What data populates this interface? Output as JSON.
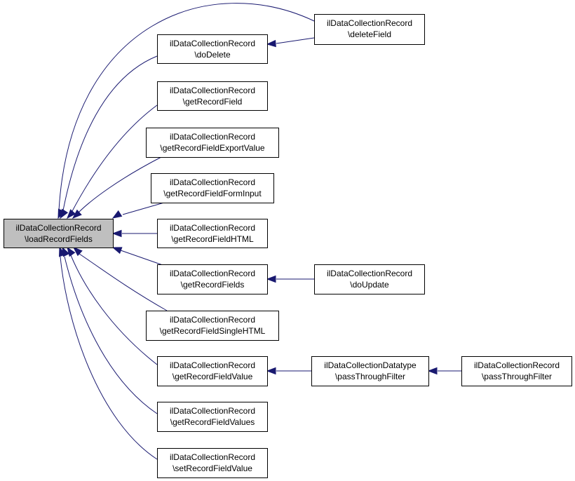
{
  "diagram": {
    "type": "call-graph",
    "colors": {
      "edge": "#191970",
      "node_border": "#000000",
      "node_fill": "#ffffff",
      "root_fill": "#bfbfbf"
    },
    "nodes": [
      {
        "id": "loadRecordFields",
        "line1": "ilDataCollectionRecord",
        "line2": "\\loadRecordFields",
        "root": true
      },
      {
        "id": "doDelete",
        "line1": "ilDataCollectionRecord",
        "line2": "\\doDelete"
      },
      {
        "id": "deleteField",
        "line1": "ilDataCollectionRecord",
        "line2": "\\deleteField"
      },
      {
        "id": "getRecordField",
        "line1": "ilDataCollectionRecord",
        "line2": "\\getRecordField"
      },
      {
        "id": "getRecordFieldExportValue",
        "line1": "ilDataCollectionRecord",
        "line2": "\\getRecordFieldExportValue"
      },
      {
        "id": "getRecordFieldFormInput",
        "line1": "ilDataCollectionRecord",
        "line2": "\\getRecordFieldFormInput"
      },
      {
        "id": "getRecordFieldHTML",
        "line1": "ilDataCollectionRecord",
        "line2": "\\getRecordFieldHTML"
      },
      {
        "id": "getRecordFields",
        "line1": "ilDataCollectionRecord",
        "line2": "\\getRecordFields"
      },
      {
        "id": "doUpdate",
        "line1": "ilDataCollectionRecord",
        "line2": "\\doUpdate"
      },
      {
        "id": "getRecordFieldSingleHTML",
        "line1": "ilDataCollectionRecord",
        "line2": "\\getRecordFieldSingleHTML"
      },
      {
        "id": "getRecordFieldValue",
        "line1": "ilDataCollectionRecord",
        "line2": "\\getRecordFieldValue"
      },
      {
        "id": "datatypePassThroughFilter",
        "line1": "ilDataCollectionDatatype",
        "line2": "\\passThroughFilter"
      },
      {
        "id": "recordPassThroughFilter",
        "line1": "ilDataCollectionRecord",
        "line2": "\\passThroughFilter"
      },
      {
        "id": "getRecordFieldValues",
        "line1": "ilDataCollectionRecord",
        "line2": "\\getRecordFieldValues"
      },
      {
        "id": "setRecordFieldValue",
        "line1": "ilDataCollectionRecord",
        "line2": "\\setRecordFieldValue"
      }
    ],
    "edges": [
      {
        "from": "doDelete",
        "to": "loadRecordFields"
      },
      {
        "from": "deleteField",
        "to": "loadRecordFields"
      },
      {
        "from": "deleteField",
        "to": "doDelete"
      },
      {
        "from": "getRecordField",
        "to": "loadRecordFields"
      },
      {
        "from": "getRecordFieldExportValue",
        "to": "loadRecordFields"
      },
      {
        "from": "getRecordFieldFormInput",
        "to": "loadRecordFields"
      },
      {
        "from": "getRecordFieldHTML",
        "to": "loadRecordFields"
      },
      {
        "from": "getRecordFields",
        "to": "loadRecordFields"
      },
      {
        "from": "doUpdate",
        "to": "getRecordFields"
      },
      {
        "from": "getRecordFieldSingleHTML",
        "to": "loadRecordFields"
      },
      {
        "from": "getRecordFieldValue",
        "to": "loadRecordFields"
      },
      {
        "from": "datatypePassThroughFilter",
        "to": "getRecordFieldValue"
      },
      {
        "from": "recordPassThroughFilter",
        "to": "datatypePassThroughFilter"
      },
      {
        "from": "getRecordFieldValues",
        "to": "loadRecordFields"
      },
      {
        "from": "setRecordFieldValue",
        "to": "loadRecordFields"
      }
    ]
  }
}
